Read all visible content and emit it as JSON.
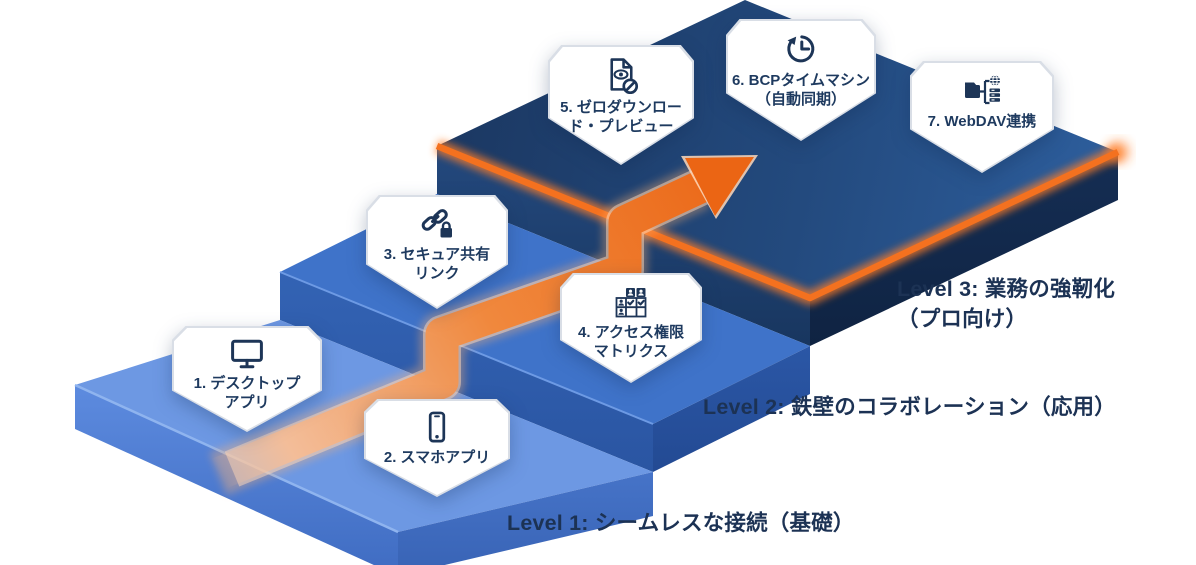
{
  "diagram": {
    "levels": [
      {
        "label": "Level 1: シームレスな接続（基礎）"
      },
      {
        "label": "Level 2: 鉄壁のコラボレーション（応用）"
      },
      {
        "label": "Level 3: 業務の強靭化\n（プロ向け）"
      }
    ],
    "badges": [
      {
        "icon": "desktop-icon",
        "label": "1. デスクトップ\nアプリ"
      },
      {
        "icon": "smartphone-icon",
        "label": "2. スマホアプリ"
      },
      {
        "icon": "secure-link-icon",
        "label": "3. セキュア共有\nリンク"
      },
      {
        "icon": "access-matrix-icon",
        "label": "4. アクセス権限\nマトリクス"
      },
      {
        "icon": "zero-download-preview-icon",
        "label": "5. ゼロダウンロー\nド・プレビュー"
      },
      {
        "icon": "time-machine-icon",
        "label": "6. BCPタイムマシン\n（自動同期）"
      },
      {
        "icon": "webdav-icon",
        "label": "7. WebDAV連携"
      }
    ],
    "colors": {
      "step1_top": "#6d98e3",
      "step1_front_hi": "#5d8bdf",
      "step1_front_lo": "#3f6cc2",
      "step1_side_hi": "#4a78cd",
      "step1_side_lo": "#3863b5",
      "step2_top": "#3f73c9",
      "step2_front_hi": "#3363b4",
      "step2_front_lo": "#2a55a2",
      "step2_side_hi": "#2b57a6",
      "step2_side_lo": "#234a93",
      "step3_top_dark": "#1b3761",
      "step3_top_mid": "#234a7e",
      "step3_top_light": "#2e5f9e",
      "step3_front_hi": "#24497e",
      "step3_front_lo": "#18365f",
      "step3_side_hi": "#152e54",
      "step3_side_lo": "#0f2342",
      "rim": "#f4711f",
      "rim_glow": "#ff7d26",
      "arrow_tail": "#f7bd95",
      "arrow_mid": "#f0883d",
      "arrow_head": "#eb6514",
      "label_text": "#1c3254",
      "badge_text": "#1e3a5f",
      "icon_color": "#1d3557",
      "badge_bg": "#ffffff",
      "badge_border": "#d9dee6"
    }
  }
}
